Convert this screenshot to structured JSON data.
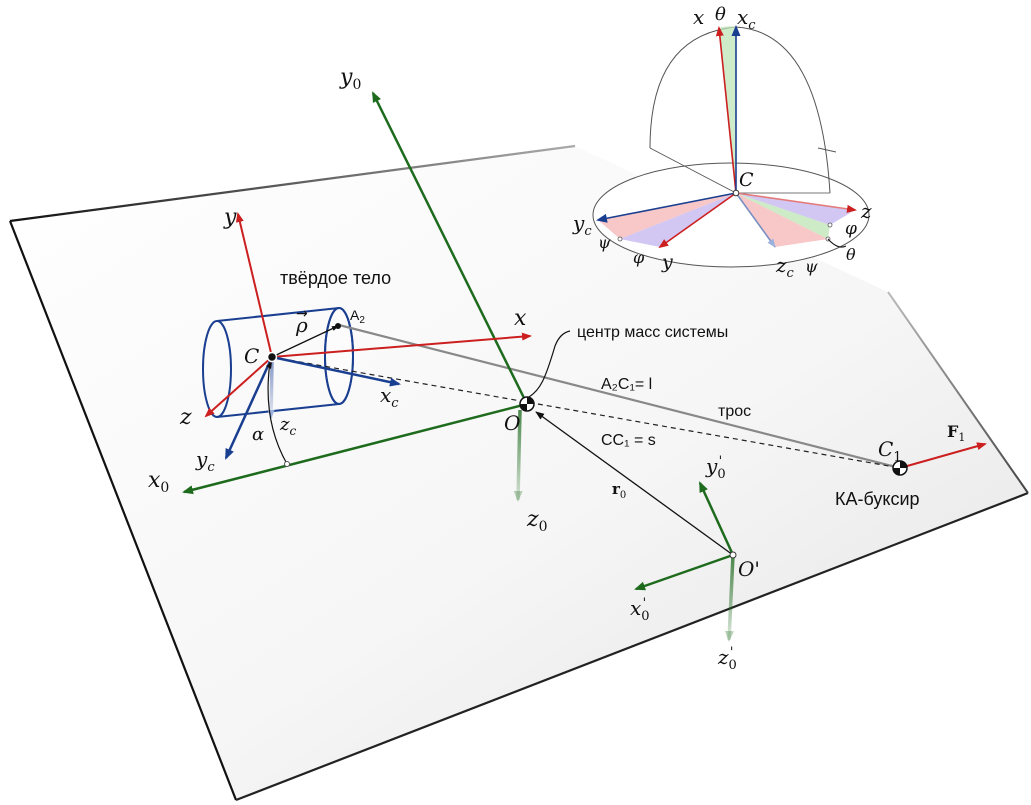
{
  "colors": {
    "red_axes": "#cc1f1f",
    "blue_axes": "#1a3f91",
    "green_axes": "#1e6b1e",
    "plane_edge": "#1a1a1a",
    "text": "#111111"
  },
  "plane_labels": {
    "rigid_body": "твёрдое тело",
    "center_of_mass": "центр масс системы",
    "tether": "трос",
    "tug": "КА-буксир",
    "a2c1": "A₂C₁= l",
    "cc1": "CC₁ = s",
    "A2": "A",
    "A2_sub": "2"
  },
  "body_axes": {
    "y": "y",
    "x": "x",
    "z": "z",
    "C": "C",
    "rho": "ρ",
    "xc": "x",
    "xc_sub": "c",
    "yc": "y",
    "yc_sub": "c",
    "zc": "z",
    "zc_sub": "c",
    "alpha": "α"
  },
  "system_axes": {
    "O": "O",
    "x0": "x",
    "y0": "y",
    "z0": "z",
    "zero": "0",
    "r0": "r",
    "C1": "C",
    "one": "1",
    "F1": "F"
  },
  "prime_axes": {
    "O_prime": "O'",
    "x0p": "x",
    "y0p": "y",
    "z0p": "z",
    "sub": "0",
    "prime": "'"
  },
  "inset": {
    "x": "x",
    "theta_top": "θ",
    "xc": "x",
    "c": "c",
    "C": "C",
    "z": "z",
    "phi_right": "φ",
    "theta_right": "θ",
    "yc": "y",
    "psi_left": "ψ",
    "phi_left": "φ",
    "y": "y",
    "zc": "z",
    "psi_right": "ψ"
  }
}
